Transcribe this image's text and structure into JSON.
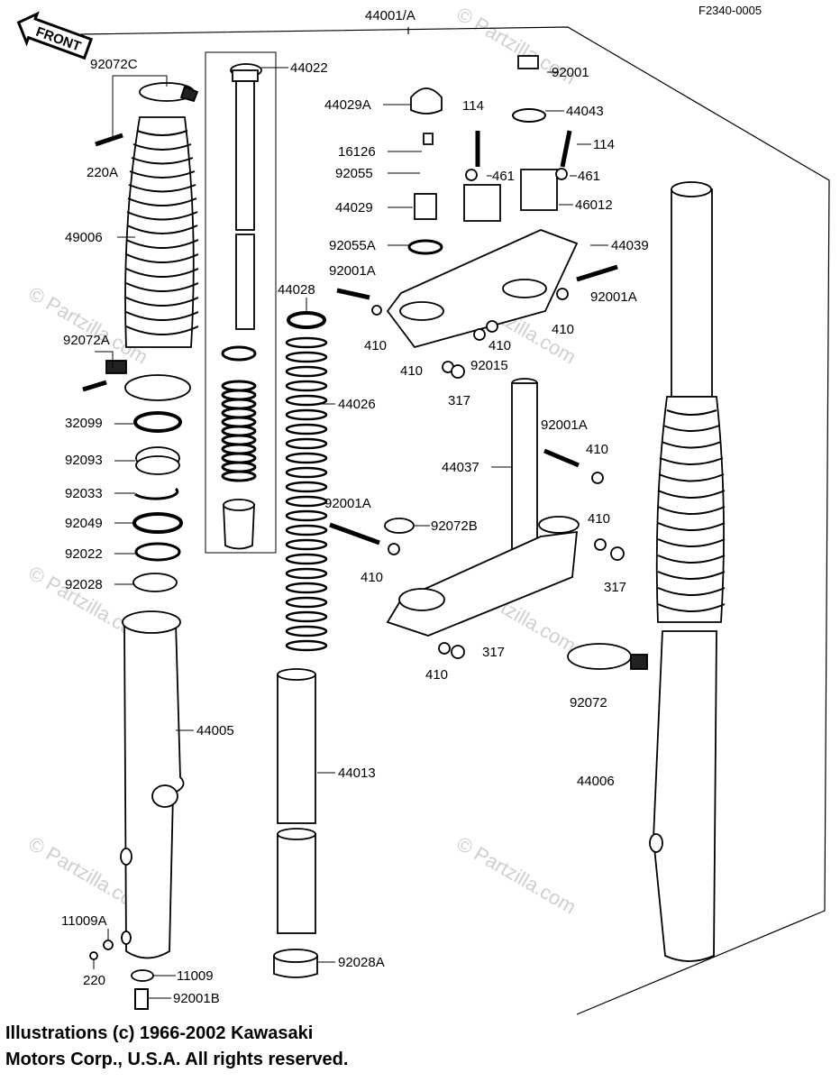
{
  "header": {
    "diagram_code": "F2340-0005",
    "assembly_label": "44001/A",
    "front_label": "FRONT"
  },
  "watermark": "© Partzilla.com",
  "labels": {
    "p92072C": "92072C",
    "p220A": "220A",
    "p49006": "49006",
    "p92072A": "92072A",
    "p32099": "32099",
    "p92093": "92093",
    "p92033": "92033",
    "p92049": "92049",
    "p92022": "92022",
    "p92028": "92028",
    "p44005": "44005",
    "p11009A": "11009A",
    "p220": "220",
    "p11009": "11009",
    "p92001B": "92001B",
    "p44022": "44022",
    "p44028": "44028",
    "p44026": "44026",
    "p44013": "44013",
    "p92028A": "92028A",
    "p44029A": "44029A",
    "p16126": "16126",
    "p92055": "92055",
    "p44029": "44029",
    "p92055A": "92055A",
    "p92001A_1": "92001A",
    "p410_1": "410",
    "p410_2": "410",
    "p92015": "92015",
    "p410_3": "410",
    "p317_1": "317",
    "p114_1": "114",
    "p461_1": "461",
    "p92001": "92001",
    "p44043": "44043",
    "p114_2": "114",
    "p461_2": "461",
    "p46012": "46012",
    "p44039": "44039",
    "p92001A_2": "92001A",
    "p410_4": "410",
    "p44037": "44037",
    "p92001A_3": "92001A",
    "p410_5": "410",
    "p92001A_4": "92001A",
    "p92072B": "92072B",
    "p410_6": "410",
    "p410_7": "410",
    "p317_2": "317",
    "p317_3": "317",
    "p410_8": "410",
    "p92072": "92072",
    "p44006": "44006"
  },
  "footer": {
    "line1": "Illustrations (c) 1966-2002 Kawasaki",
    "line2": "Motors Corp., U.S.A.  All rights reserved."
  }
}
